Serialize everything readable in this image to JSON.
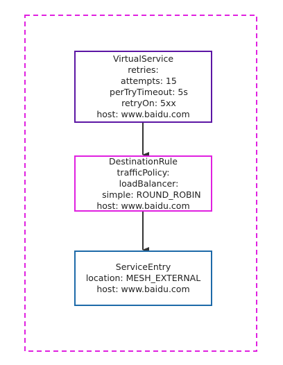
{
  "colors": {
    "frame": "#e020e0",
    "virtual_service_border": "#5c16a4",
    "destination_rule_border": "#e020e0",
    "service_entry_border": "#1d6aa8",
    "arrow": "#333333"
  },
  "virtual_service": {
    "lines": [
      "VirtualService",
      "retries:",
      "    attempts: 15",
      "    perTryTimeout: 5s",
      "    retryOn: 5xx",
      "host: www.baidu.com"
    ]
  },
  "destination_rule": {
    "lines": [
      "DestinationRule",
      "trafficPolicy:",
      "    loadBalancer:",
      "      simple: ROUND_ROBIN",
      "host: www.baidu.com"
    ]
  },
  "service_entry": {
    "lines": [
      "ServiceEntry",
      "location: MESH_EXTERNAL",
      "host: www.baidu.com"
    ]
  }
}
